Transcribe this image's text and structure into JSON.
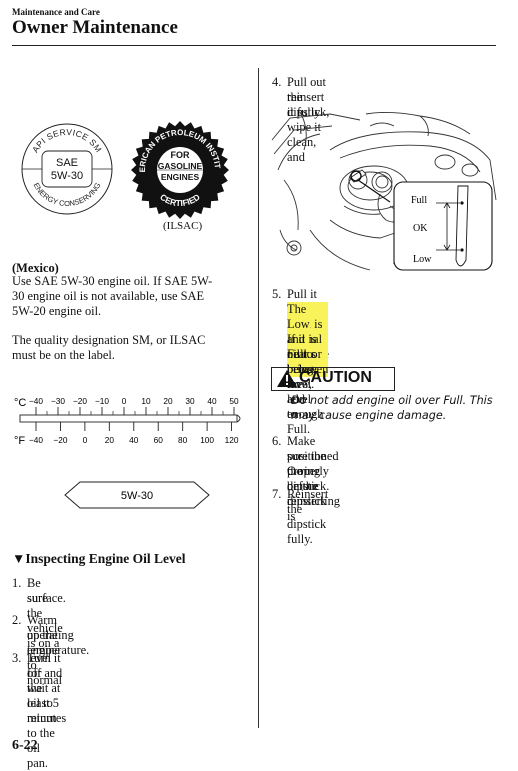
{
  "header": {
    "section": "Maintenance and Care",
    "title": "Owner Maintenance"
  },
  "footer": {
    "page_number": "6-22"
  },
  "api_seal": {
    "ring_top": "API SERVICE SM",
    "ring_bottom": "ENERGY CONSERVING",
    "center_line1": "SAE",
    "center_line2": "5W-30"
  },
  "ilsac_seal": {
    "ring_top": "AMERICAN PETROLEUM INSTITUTE",
    "ring_bottom": "CERTIFIED",
    "center_line1": "FOR",
    "center_line2": "GASOLINE",
    "center_line3": "ENGINES",
    "caption": "(ILSAC)"
  },
  "left": {
    "mexico_heading": "(Mexico)",
    "mexico_lines": [
      "Use SAE 5W-30 engine oil. If SAE 5W-",
      "30 engine oil is not available, use SAE",
      "5W-20 engine oil."
    ],
    "quality_lines": [
      "The quality designation SM, or ILSAC",
      "must be on the label."
    ]
  },
  "temp_scale": {
    "celsius_label": "°C",
    "fahrenheit_label": "°F",
    "celsius_ticks": [
      "−40",
      "−30",
      "−20",
      "−10",
      "0",
      "10",
      "20",
      "30",
      "40",
      "50"
    ],
    "fahrenheit_ticks": [
      "−40",
      "−20",
      "0",
      "20",
      "40",
      "60",
      "80",
      "100",
      "120"
    ],
    "oil_grade": "5W-30"
  },
  "inspect": {
    "heading_marker": "▼",
    "heading": "Inspecting Engine Oil Level",
    "steps": [
      {
        "num": "1.",
        "lines": [
          "Be sure the vehicle is on a level",
          "surface."
        ]
      },
      {
        "num": "2.",
        "lines": [
          "Warm up the engine to normal",
          "operating temperature."
        ]
      },
      {
        "num": "3.",
        "lines": [
          "Turn it off and wait at least 5 minutes",
          "for the oil to return to the oil pan."
        ]
      }
    ]
  },
  "right": {
    "step4": {
      "num": "4.",
      "lines": [
        "Pull out the dipstick, wipe it clean, and",
        "reinsert it fully."
      ]
    },
    "dipstick": {
      "full": "Full",
      "ok": "OK",
      "low": "Low"
    },
    "step5": {
      "num": "5.",
      "line1": "Pull it out again and examine the level.",
      "highlight_lines": [
        "The level is normal if it is between",
        "Low and Full."
      ],
      "lines_after": [
        "If it is near or below Low, add enough",
        "oil to bring the level to Full."
      ]
    },
    "caution": {
      "title": "CAUTION",
      "lines": [
        "Do not add engine oil over Full. This",
        "may cause engine damage."
      ]
    },
    "step6": {
      "num": "6.",
      "lines": [
        "Make sure the O-ring on the dipstick is",
        "positioned properly before reinserting",
        "the dipstick."
      ]
    },
    "step7": {
      "num": "7.",
      "lines": [
        "Reinsert the dipstick fully."
      ]
    }
  }
}
